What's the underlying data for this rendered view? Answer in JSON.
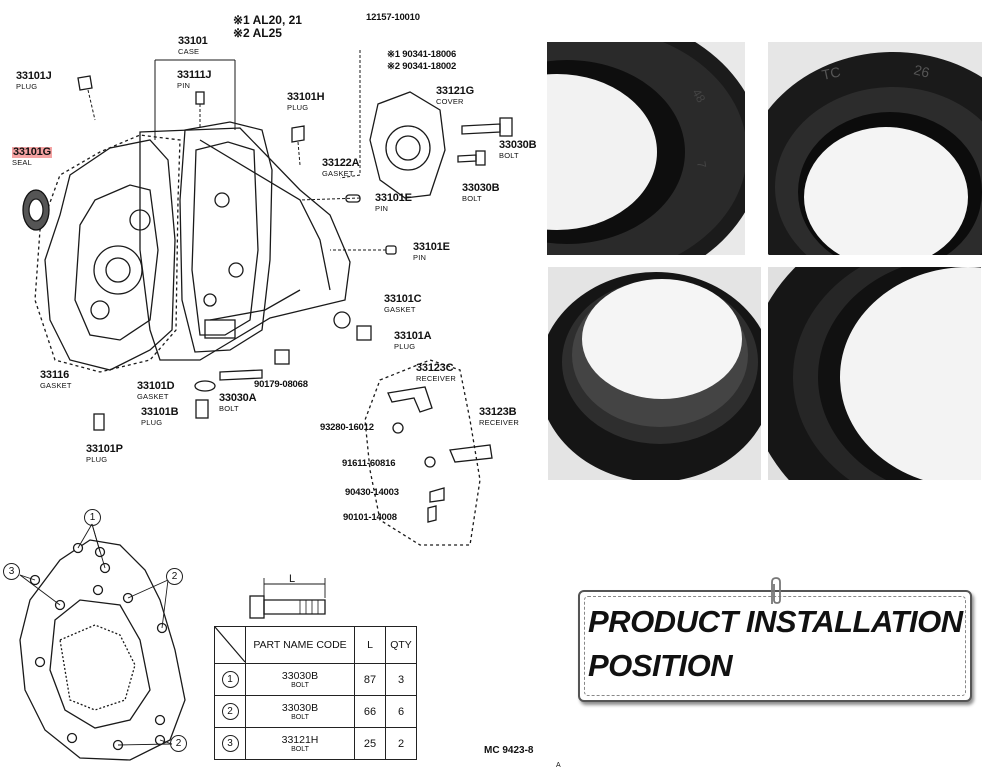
{
  "legend": {
    "line1": "※1 AL20, 21",
    "line2": "※2 AL25"
  },
  "parts": [
    {
      "id": "case",
      "code": "33101",
      "sub": "CASE"
    },
    {
      "id": "plug-j",
      "code": "33101J",
      "sub": "PLUG"
    },
    {
      "id": "pin-j",
      "code": "33111J",
      "sub": "PIN"
    },
    {
      "id": "seal-g",
      "code": "33101G",
      "sub": "SEAL"
    },
    {
      "id": "plug-h",
      "code": "33101H",
      "sub": "PLUG"
    },
    {
      "id": "cover",
      "code": "33121G",
      "sub": "COVER"
    },
    {
      "id": "gasket-a",
      "code": "33122A",
      "sub": "GASKET"
    },
    {
      "id": "bolt-b1",
      "code": "33030B",
      "sub": "BOLT"
    },
    {
      "id": "bolt-b2",
      "code": "33030B",
      "sub": "BOLT"
    },
    {
      "id": "pin-e1",
      "code": "33101E",
      "sub": "PIN"
    },
    {
      "id": "pin-e2",
      "code": "33101E",
      "sub": "PIN"
    },
    {
      "id": "gasket-c",
      "code": "33101C",
      "sub": "GASKET"
    },
    {
      "id": "plug-a",
      "code": "33101A",
      "sub": "PLUG"
    },
    {
      "id": "receiver-c",
      "code": "33123C",
      "sub": "RECEIVER"
    },
    {
      "id": "receiver-b",
      "code": "33123B",
      "sub": "RECEIVER"
    },
    {
      "id": "gasket-116",
      "code": "33116",
      "sub": "GASKET"
    },
    {
      "id": "gasket-d",
      "code": "33101D",
      "sub": "GASKET"
    },
    {
      "id": "bolt-a",
      "code": "33030A",
      "sub": "BOLT"
    },
    {
      "id": "plug-b",
      "code": "33101B",
      "sub": "PLUG"
    },
    {
      "id": "plug-p",
      "code": "33101P",
      "sub": "PLUG"
    }
  ],
  "refs": {
    "r12157": "12157-10010",
    "r90341a": "※1 90341-18006",
    "r90341b": "※2 90341-18002",
    "r90179": "90179-08068",
    "r93280": "93280-16012",
    "r91611": "91611-60816",
    "r90430": "90430-14003",
    "r90101": "90101-14008"
  },
  "callouts": [
    "1",
    "2",
    "3",
    "2"
  ],
  "bolt_dimension_label": "L",
  "table": {
    "headers": [
      "PART NAME CODE",
      "L",
      "QTY"
    ],
    "rows": [
      {
        "mark": "1",
        "code": "33030B",
        "name": "BOLT",
        "L": "87",
        "qty": "3"
      },
      {
        "mark": "2",
        "code": "33030B",
        "name": "BOLT",
        "L": "66",
        "qty": "6"
      },
      {
        "mark": "3",
        "code": "33121H",
        "name": "BOLT",
        "L": "25",
        "qty": "2"
      }
    ]
  },
  "figure_code": "MC 9423-8",
  "seal_marking": {
    "type": "TC",
    "size1": "26",
    "size2": "48",
    "size3": "7"
  },
  "corner_mark": "A",
  "banner": {
    "line1": "PRODUCT INSTALLATION",
    "line2": "POSITION"
  }
}
